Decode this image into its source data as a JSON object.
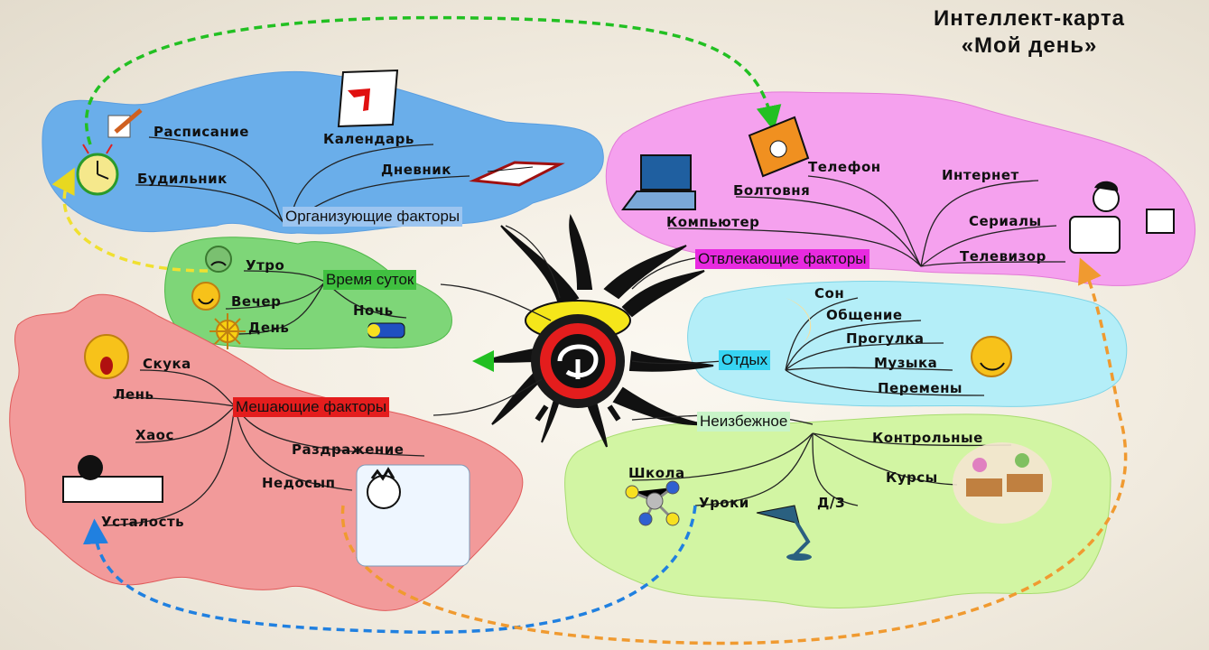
{
  "title": {
    "line1": "Интеллект-карта",
    "line2": "«Мой день»"
  },
  "center": {
    "icon": "alarm-clock-icon"
  },
  "colors": {
    "organizing": "#6aaeea",
    "distracting": "#f392ea",
    "time": "#74d76e",
    "rest": "#a9ecf6",
    "hindering": "#f48d8d",
    "inevitable": "#c9f099",
    "arrow_green": "#22c022",
    "arrow_yellow": "#f0e030",
    "arrow_blue": "#2080e0",
    "arrow_orange": "#f09a30"
  },
  "branches": {
    "organizing": {
      "label": "Организующие факторы",
      "items": {
        "schedule": "Расписание",
        "calendar": "Календарь",
        "alarm": "Будильник",
        "diary": "Дневник"
      }
    },
    "distracting": {
      "label": "Отвлекающие факторы",
      "items": {
        "phone": "Телефон",
        "chatter": "Болтовня",
        "internet": "Интернет",
        "computer": "Компьютер",
        "series": "Сериалы",
        "tv": "Телевизор"
      }
    },
    "time": {
      "label": "Время суток",
      "items": {
        "morning": "Утро",
        "evening": "Вечер",
        "day": "День",
        "night": "Ночь"
      }
    },
    "rest": {
      "label": "Отдых",
      "items": {
        "sleep": "Сон",
        "communication": "Общение",
        "walk": "Прогулка",
        "music": "Музыка",
        "breaks": "Перемены"
      }
    },
    "hindering": {
      "label": "Мешающие факторы",
      "items": {
        "boredom": "Скука",
        "laziness": "Лень",
        "chaos": "Хаос",
        "irritation": "Раздражение",
        "sleep_lack": "Недосып",
        "fatigue": "Усталость"
      }
    },
    "inevitable": {
      "label": "Неизбежное",
      "items": {
        "tests": "Контрольные",
        "school": "Школа",
        "courses": "Курсы",
        "lessons": "Уроки",
        "homework": "Д/З"
      }
    }
  }
}
